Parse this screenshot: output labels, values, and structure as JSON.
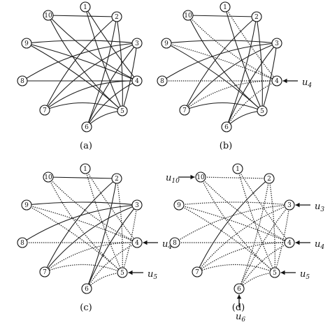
{
  "nodes": [
    "1",
    "2",
    "3",
    "4",
    "5",
    "6",
    "7",
    "8",
    "9",
    "10"
  ],
  "panels": [
    {
      "caption": "(a)",
      "inputs": []
    },
    {
      "caption": "(b)",
      "inputs": [
        {
          "node": "4",
          "base": "u",
          "sub": "4"
        }
      ]
    },
    {
      "caption": "(c)",
      "inputs": [
        {
          "node": "4",
          "base": "u",
          "sub": "4"
        },
        {
          "node": "5",
          "base": "u",
          "sub": "5"
        }
      ]
    },
    {
      "caption": "(d)",
      "inputs": [
        {
          "node": "10",
          "base": "u",
          "sub": "10"
        },
        {
          "node": "3",
          "base": "u",
          "sub": "3"
        },
        {
          "node": "4",
          "base": "u",
          "sub": "4"
        },
        {
          "node": "5",
          "base": "u",
          "sub": "5"
        },
        {
          "node": "6",
          "base": "u",
          "sub": "6"
        }
      ]
    }
  ]
}
